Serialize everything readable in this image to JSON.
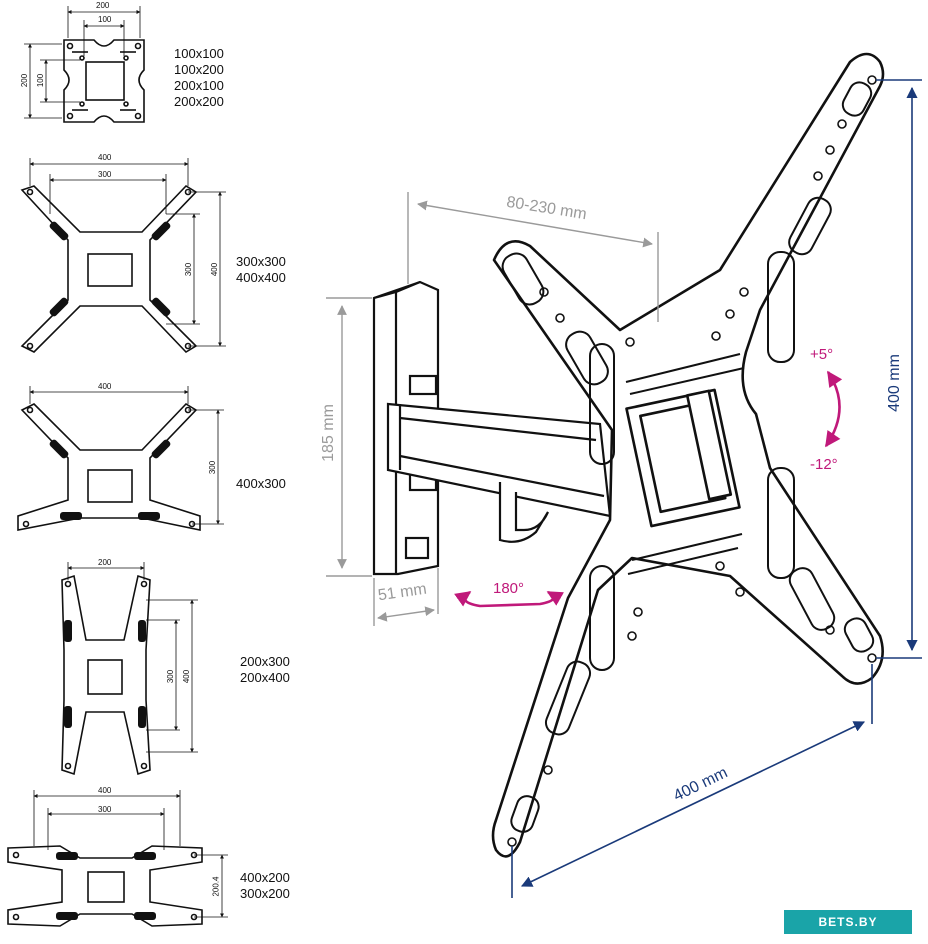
{
  "variants": [
    {
      "sizes": "100x100\n100x200\n200x100\n200x200",
      "dims": {
        "top_outer": "200",
        "top_inner": "100",
        "left_outer": "200",
        "left_inner": "100"
      }
    },
    {
      "sizes": "300x300\n400x400",
      "dims": {
        "top_outer": "400",
        "top_inner": "300",
        "right_inner": "300",
        "right_outer": "400"
      }
    },
    {
      "sizes": "400x300",
      "dims": {
        "top_outer": "400",
        "right_inner": "300"
      }
    },
    {
      "sizes": "200x300\n200x400",
      "dims": {
        "top_outer": "200",
        "right_inner": "300",
        "right_outer": "400"
      }
    },
    {
      "sizes": "400x200\n300x200",
      "dims": {
        "top_outer": "400",
        "top_inner": "300",
        "right_inner": "200.4"
      }
    }
  ],
  "main": {
    "extension": "80-230 mm",
    "wall_height": "185 mm",
    "wall_depth": "51 mm",
    "swivel": "180°",
    "tilt_up": "+5°",
    "tilt_down": "-12°",
    "vesa_height": "400 mm",
    "vesa_width": "400 mm"
  },
  "brand": "BETS.BY",
  "colors": {
    "gray_dim": "#9a9a9a",
    "blue_dim": "#1a3a7a",
    "magenta": "#c0197a",
    "badge": "#1aa4a8"
  }
}
